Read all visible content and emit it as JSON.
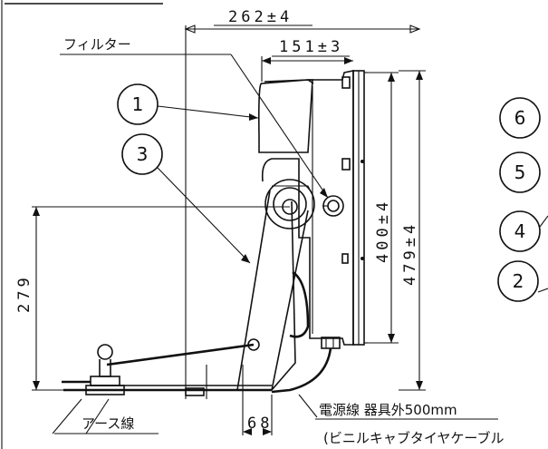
{
  "labels": {
    "filter": "フィルター",
    "earth_wire": "アース線",
    "power_cable": "電源線 器具外500mm",
    "cable_type": "(ビニルキャブタイヤケーブル"
  },
  "dimensions": {
    "overall_depth": "262±4",
    "body_depth": "151±3",
    "lens_height": "400±4",
    "body_height": "479±4",
    "pivot_height": "279",
    "base_width": "68"
  },
  "balloons": [
    "1",
    "3",
    "6",
    "5",
    "4",
    "2"
  ]
}
